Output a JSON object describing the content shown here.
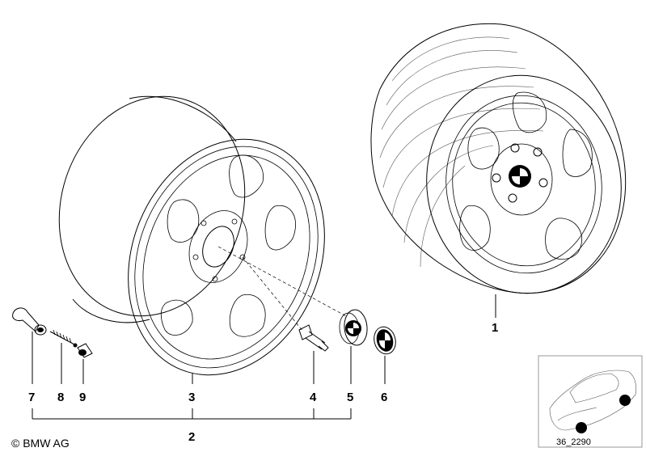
{
  "callouts": [
    {
      "id": "1",
      "text": "1"
    },
    {
      "id": "2",
      "text": "2"
    },
    {
      "id": "3",
      "text": "3"
    },
    {
      "id": "4",
      "text": "4"
    },
    {
      "id": "5",
      "text": "5"
    },
    {
      "id": "6",
      "text": "6"
    },
    {
      "id": "7",
      "text": "7"
    },
    {
      "id": "8",
      "text": "8"
    },
    {
      "id": "9",
      "text": "9"
    }
  ],
  "copyright": "© BMW AG",
  "diagram_code": "36_2290",
  "colors": {
    "line": "#000000",
    "background": "#ffffff",
    "inset_border": "#999999"
  },
  "icons": [
    "copyright-icon",
    "bmw-roundel-icon",
    "car-silhouette-icon"
  ]
}
